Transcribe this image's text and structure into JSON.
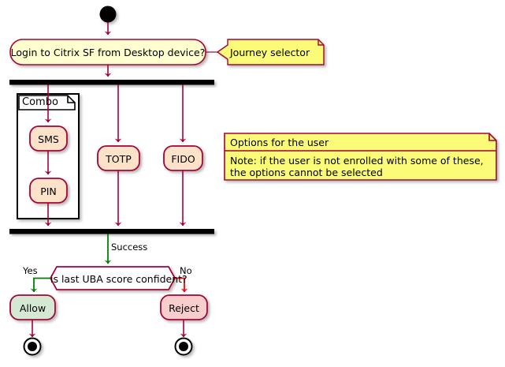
{
  "diagram": {
    "type": "uml-activity-diagram",
    "colors": {
      "activity_fill": "#FEFECE",
      "option_fill": "#FBE2C8",
      "allow_fill": "#D5E8D4",
      "reject_fill": "#F8CECC",
      "node_border": "#A80036",
      "note_fill": "#FBFB77",
      "note_border": "#A80036",
      "legend_fill": "#FBFB77",
      "legend_border": "#A80036",
      "arrow": "#A80036",
      "arrow_success": "#008000",
      "arrow_yes": "#008000",
      "arrow_no": "#FF0000",
      "bar": "#000000",
      "partition_border": "#000000",
      "page_background": "#FFFFFF"
    },
    "start_node": {
      "name": "start"
    },
    "decision_activity": {
      "label": "Login to Citrix SF from Desktop device?"
    },
    "note_journey": {
      "label": "Journey selector"
    },
    "fork_top": {
      "name": "fork-bar"
    },
    "join_bottom": {
      "name": "join-bar"
    },
    "partition": {
      "label": "Combo",
      "activities": [
        {
          "label": "SMS"
        },
        {
          "label": "PIN"
        }
      ]
    },
    "branch_activities": [
      {
        "label": "TOTP"
      },
      {
        "label": "FIDO"
      }
    ],
    "legend": {
      "title": "Options for the user",
      "body": "Note: if the user is not enrolled with some of these, the options cannot be selected",
      "body_line1": "Note: if the user is not enrolled with some of these,",
      "body_line2": "the options cannot be selected"
    },
    "edges": {
      "success": "Success",
      "yes": "Yes",
      "no": "No"
    },
    "decision": {
      "label": "is last UBA score confident?"
    },
    "outcomes": [
      {
        "label": "Allow"
      },
      {
        "label": "Reject"
      }
    ],
    "end_nodes": [
      {
        "name": "end-allow"
      },
      {
        "name": "end-reject"
      }
    ]
  }
}
